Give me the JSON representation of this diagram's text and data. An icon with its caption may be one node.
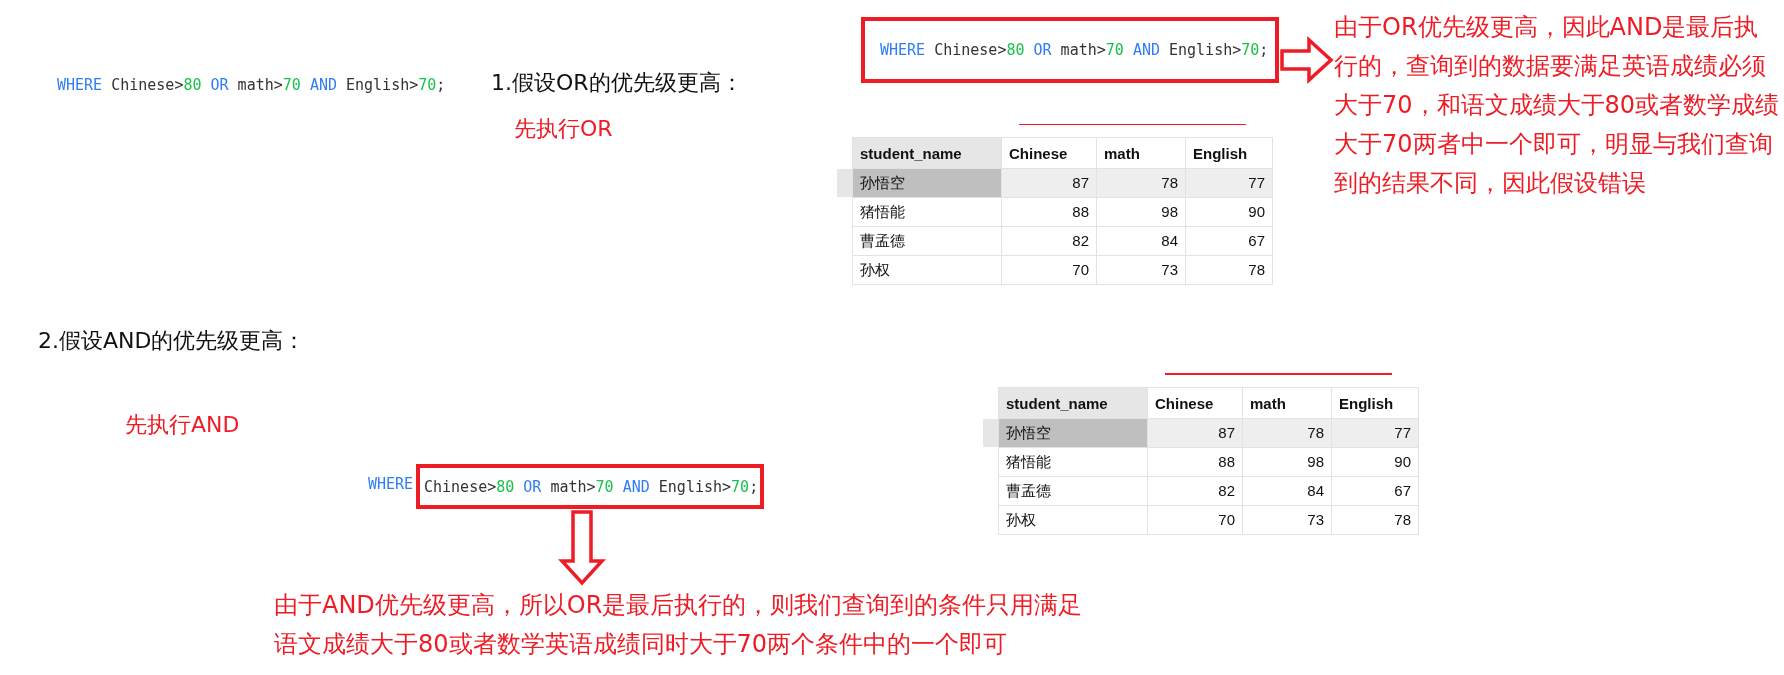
{
  "diagram": {
    "nodes": [
      {
        "text": [
          "WHERE Chinese>80 OR math>70 AND English>70;"
        ]
      },
      {
        "text": [
          "由于OR优先级更高，因此AND是最后执行的，查询到的数据要满足英语成绩必须大于70，和语文成绩大于80或者数学成绩大于70两者中一个即可，明显与我们查询到的结果不同，因此假设错误"
        ]
      },
      {
        "text": [
          "Chinese>80 OR math>70 AND English>70;"
        ],
        "beside": [
          "WHERE"
        ]
      },
      {
        "text": [
          "由于AND优先级更高，所以OR是最后执行的，则我们查询到的条件只用满足语文成绩大于80或者数学英语成绩同时大于70两个条件中的一个即可"
        ]
      }
    ],
    "edges": [
      {
        "from": 0,
        "to": 1,
        "arrow": "to"
      },
      {
        "from": 2,
        "to": 3,
        "arrow": "to"
      }
    ],
    "labels": [
      "WHERE Chinese>80 OR math>70 AND English>70;",
      "1.假设OR的优先级更高：",
      "先执行OR",
      "student_name",
      "Chinese",
      "math",
      "English",
      "孙悟空",
      "87",
      "78",
      "77",
      "猪悟能",
      "88",
      "98",
      "90",
      "曹孟德",
      "82",
      "84",
      "67",
      "孙权",
      "70",
      "73",
      "78",
      "2.假设AND的优先级更高：",
      "先执行AND",
      "student_name",
      "Chinese",
      "math",
      "English",
      "孙悟空",
      "87",
      "78",
      "77",
      "猪悟能",
      "88",
      "98",
      "90",
      "曹孟德",
      "82",
      "84",
      "67",
      "孙权",
      "70",
      "73",
      "78"
    ]
  }
}
